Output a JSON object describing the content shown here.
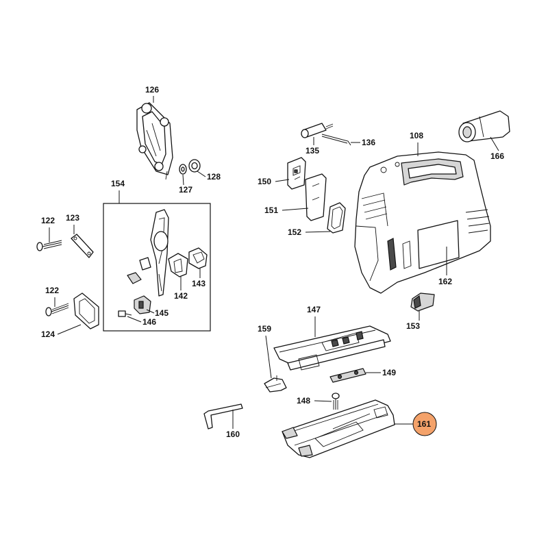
{
  "diagram": {
    "highlight_color": "#f4a26a",
    "labels": {
      "p108": "108",
      "p122a": "122",
      "p122b": "122",
      "p123": "123",
      "p124": "124",
      "p126": "126",
      "p127": "127",
      "p128": "128",
      "p135": "135",
      "p136": "136",
      "p142": "142",
      "p143": "143",
      "p145": "145",
      "p146": "146",
      "p147": "147",
      "p148": "148",
      "p149": "149",
      "p150": "150",
      "p151": "151",
      "p152": "152",
      "p153": "153",
      "p154": "154",
      "p159": "159",
      "p160": "160",
      "p161": "161",
      "p162": "162",
      "p166": "166"
    }
  }
}
